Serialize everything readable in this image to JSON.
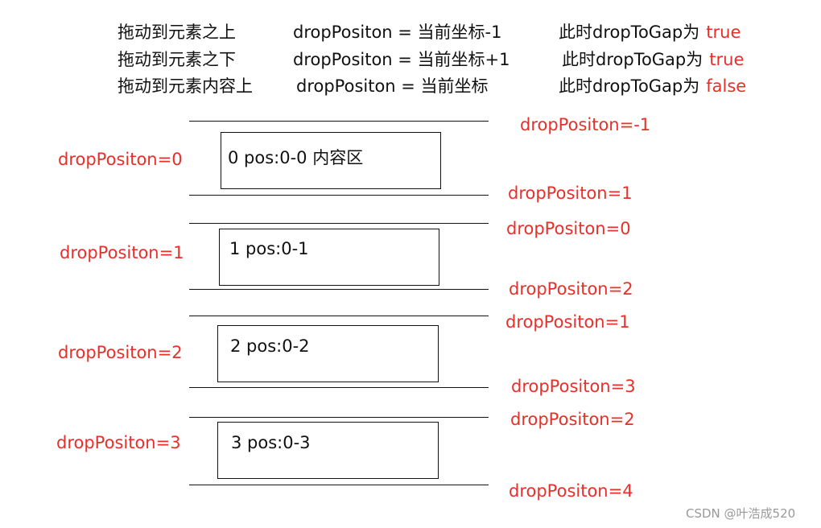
{
  "header": {
    "rules": [
      {
        "action": "拖动到元素之上",
        "formula": "dropPositon = 当前坐标-1",
        "note": "此时dropToGap为",
        "value": "true"
      },
      {
        "action": "拖动到元素之下",
        "formula": "dropPositon = 当前坐标+1",
        "note": "此时dropToGap为",
        "value": "true"
      },
      {
        "action": "拖动到元素内容上",
        "formula": "dropPositon = 当前坐标",
        "note": "此时dropToGap为",
        "value": "false"
      }
    ]
  },
  "nodes": [
    {
      "label": "0   pos:0-0  内容区",
      "left_label": "dropPositon=0",
      "above_label": "dropPositon=-1",
      "below_label": "dropPositon=1"
    },
    {
      "label": "1   pos:0-1",
      "left_label": "dropPositon=1",
      "above_label": "dropPositon=0",
      "below_label": "dropPositon=2"
    },
    {
      "label": "2 pos:0-2",
      "left_label": "dropPositon=2",
      "above_label": "dropPositon=1",
      "below_label": "dropPositon=3"
    },
    {
      "label": "3 pos:0-3",
      "left_label": "dropPositon=3",
      "above_label": "dropPositon=2",
      "below_label": "dropPositon=4"
    }
  ],
  "watermark": "CSDN @叶浩成520",
  "colors": {
    "accent": "#e8302a",
    "text": "#111111",
    "watermark": "#999999"
  }
}
